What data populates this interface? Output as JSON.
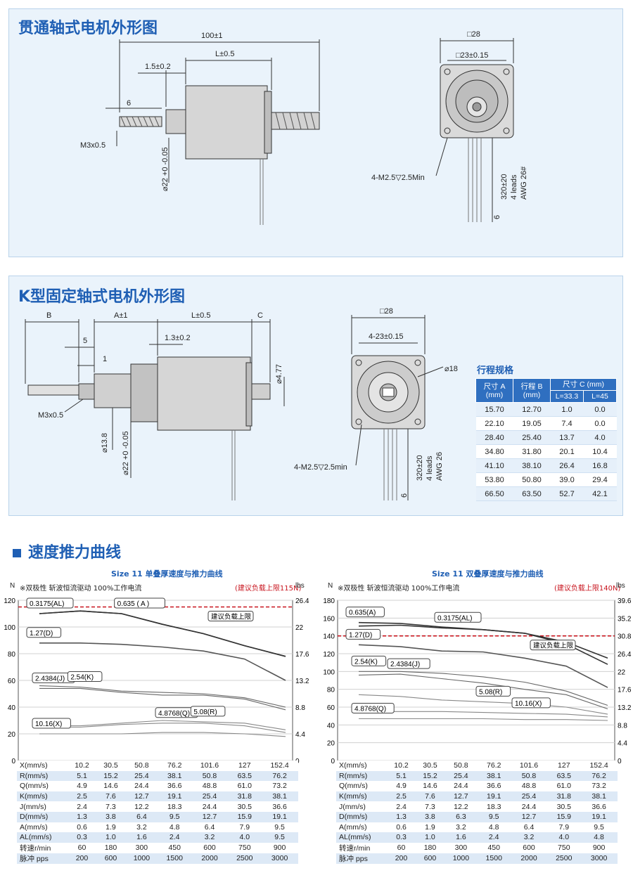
{
  "panel1": {
    "title": "贯通轴式电机外形图",
    "dims": {
      "overall": "100±1",
      "L": "L±0.5",
      "shoulder": "1.5±0.2",
      "thread_len": "6",
      "thread": "M3x0.5",
      "dia": "⌀22 +0 -0.05",
      "square": "□28",
      "hole_pitch": "□23±0.15",
      "mount_holes": "4-M2.5▽2.5Min",
      "lead_len": "320±20",
      "leads": "4 leads",
      "awg": "AWG 26#",
      "strip": "6"
    }
  },
  "panel2": {
    "title": "K型固定轴式电机外形图",
    "dims": {
      "B": "B",
      "A": "A±1",
      "L": "L±0.5",
      "C": "C",
      "five": "5",
      "one": "1",
      "shoulder": "1.3±0.2",
      "thread": "M3x0.5",
      "dia_shaft": "⌀4.77",
      "dia_boss": "⌀13.8",
      "dia": "⌀22 +0 -0.05",
      "square": "□28",
      "hole_pitch": "4-23±0.15",
      "dia18": "⌀18",
      "mount_holes": "4-M2.5▽2.5min",
      "lead_len": "320±20",
      "leads": "4 leads",
      "awg": "AWG 26",
      "strip": "6"
    }
  },
  "stroke_table": {
    "title": "行程规格",
    "headers": [
      "尺寸 A (mm)",
      "行程 B (mm)",
      "尺寸 C (mm)"
    ],
    "subheaders": [
      "L=33.3",
      "L=45"
    ],
    "rows": [
      [
        "15.70",
        "12.70",
        "1.0",
        "0.0"
      ],
      [
        "22.10",
        "19.05",
        "7.4",
        "0.0"
      ],
      [
        "28.40",
        "25.40",
        "13.7",
        "4.0"
      ],
      [
        "34.80",
        "31.80",
        "20.1",
        "10.4"
      ],
      [
        "41.10",
        "38.10",
        "26.4",
        "16.8"
      ],
      [
        "53.80",
        "50.80",
        "39.0",
        "29.4"
      ],
      [
        "66.50",
        "63.50",
        "52.7",
        "42.1"
      ]
    ]
  },
  "section_title": "速度推力曲线",
  "charts": [
    {
      "title": "Size 11 单叠厚速度与推力曲线",
      "note": "※双极性 斩波恒流驱动 100%工作电流",
      "limit_note": "(建议负载上限115N)",
      "limit_tag": "建议负载上限",
      "unit_left": "N",
      "unit_right": "lbs",
      "yticks": [
        "0",
        "20",
        "40",
        "60",
        "80",
        "100",
        "120"
      ],
      "y2ticks": [
        "0",
        "4.4",
        "8.8",
        "13.2",
        "17.6",
        "22",
        "26.4"
      ],
      "table_rows": [
        [
          "X(mm/s)",
          "10.2",
          "30.5",
          "50.8",
          "76.2",
          "101.6",
          "127",
          "152.4"
        ],
        [
          "R(mm/s)",
          "5.1",
          "15.2",
          "25.4",
          "38.1",
          "50.8",
          "63.5",
          "76.2"
        ],
        [
          "Q(mm/s)",
          "4.9",
          "14.6",
          "24.4",
          "36.6",
          "48.8",
          "61.0",
          "73.2"
        ],
        [
          "K(mm/s)",
          "2.5",
          "7.6",
          "12.7",
          "19.1",
          "25.4",
          "31.8",
          "38.1"
        ],
        [
          "J(mm/s)",
          "2.4",
          "7.3",
          "12.2",
          "18.3",
          "24.4",
          "30.5",
          "36.6"
        ],
        [
          "D(mm/s)",
          "1.3",
          "3.8",
          "6.4",
          "9.5",
          "12.7",
          "15.9",
          "19.1"
        ],
        [
          "A(mm/s)",
          "0.6",
          "1.9",
          "3.2",
          "4.8",
          "6.4",
          "7.9",
          "9.5"
        ],
        [
          "AL(mm/s)",
          "0.3",
          "1.0",
          "1.6",
          "2.4",
          "3.2",
          "4.0",
          "9.5"
        ],
        [
          "转速r/min",
          "60",
          "180",
          "300",
          "450",
          "600",
          "750",
          "900"
        ],
        [
          "脉冲 pps",
          "200",
          "600",
          "1000",
          "1500",
          "2000",
          "2500",
          "3000"
        ]
      ]
    },
    {
      "title": "Size 11 双叠厚速度与推力曲线",
      "note": "※双极性 斩波恒流驱动 100%工作电流",
      "limit_note": "(建议负载上限140N)",
      "limit_tag": "建议负载上限",
      "unit_left": "N",
      "unit_right": "lbs",
      "yticks": [
        "0",
        "20",
        "40",
        "60",
        "80",
        "100",
        "120",
        "140",
        "160",
        "180"
      ],
      "y2ticks": [
        "0",
        "4.4",
        "8.8",
        "13.2",
        "17.6",
        "22",
        "26.4",
        "30.8",
        "35.2",
        "39.6"
      ],
      "table_rows": [
        [
          "X(mm/s)",
          "10.2",
          "30.5",
          "50.8",
          "76.2",
          "101.6",
          "127",
          "152.4"
        ],
        [
          "R(mm/s)",
          "5.1",
          "15.2",
          "25.4",
          "38.1",
          "50.8",
          "63.5",
          "76.2"
        ],
        [
          "Q(mm/s)",
          "4.9",
          "14.6",
          "24.4",
          "36.6",
          "48.8",
          "61.0",
          "73.2"
        ],
        [
          "K(mm/s)",
          "2.5",
          "7.6",
          "12.7",
          "19.1",
          "25.4",
          "31.8",
          "38.1"
        ],
        [
          "J(mm/s)",
          "2.4",
          "7.3",
          "12.2",
          "18.3",
          "24.4",
          "30.5",
          "36.6"
        ],
        [
          "D(mm/s)",
          "1.3",
          "3.8",
          "6.3",
          "9.5",
          "12.7",
          "15.9",
          "19.1"
        ],
        [
          "A(mm/s)",
          "0.6",
          "1.9",
          "3.2",
          "4.8",
          "6.4",
          "7.9",
          "9.5"
        ],
        [
          "AL(mm/s)",
          "0.3",
          "1.0",
          "1.6",
          "2.4",
          "3.2",
          "4.0",
          "4.8"
        ],
        [
          "转速r/min",
          "60",
          "180",
          "300",
          "450",
          "600",
          "750",
          "900"
        ],
        [
          "脉冲 pps",
          "200",
          "600",
          "1000",
          "1500",
          "2000",
          "2500",
          "3000"
        ]
      ]
    }
  ],
  "chart_data": [
    {
      "type": "line",
      "title": "Size 11 单叠厚速度与推力曲线",
      "xlabel": "",
      "ylabel": "N",
      "y2label": "lbs",
      "ylim": [
        0,
        120
      ],
      "x_index": [
        0,
        1,
        2,
        3,
        4,
        5,
        6
      ],
      "limit_line": 115,
      "series": [
        {
          "name": "0.3175(AL)",
          "values": [
            110,
            112,
            110,
            102,
            95,
            86,
            78
          ]
        },
        {
          "name": "0.635 ( A )",
          "values": [
            110,
            112,
            110,
            102,
            95,
            86,
            78
          ]
        },
        {
          "name": "1.27(D)",
          "values": [
            88,
            88,
            87,
            85,
            82,
            76,
            60
          ]
        },
        {
          "name": "2.4384(J)",
          "values": [
            54,
            54,
            51,
            49,
            49,
            46,
            38
          ]
        },
        {
          "name": "2.54(K)",
          "values": [
            56,
            55,
            52,
            51,
            50,
            47,
            40
          ]
        },
        {
          "name": "4.8768(Q)",
          "values": [
            25,
            25,
            27,
            28,
            28,
            26,
            21
          ]
        },
        {
          "name": "5.08(R)",
          "values": [
            26,
            26,
            28,
            30,
            29,
            28,
            23
          ]
        },
        {
          "name": "10.16(X)",
          "values": [
            20,
            20,
            20,
            21,
            21,
            20,
            18
          ]
        }
      ],
      "labels": [
        "0.3175(AL)",
        "0.635 ( A )",
        "1.27(D)",
        "2.4384(J)",
        "2.54(K)",
        "4.8768(Q)",
        "5.08(R)",
        "10.16(X)"
      ]
    },
    {
      "type": "line",
      "title": "Size 11 双叠厚速度与推力曲线",
      "xlabel": "",
      "ylabel": "N",
      "y2label": "lbs",
      "ylim": [
        0,
        180
      ],
      "x_index": [
        0,
        1,
        2,
        3,
        4,
        5,
        6
      ],
      "limit_line": 140,
      "series": [
        {
          "name": "0.635(A)",
          "values": [
            155,
            154,
            150,
            147,
            143,
            133,
            115
          ]
        },
        {
          "name": "0.3175(AL)",
          "values": [
            151,
            152,
            149,
            147,
            143,
            131,
            108
          ]
        },
        {
          "name": "1.27(D)",
          "values": [
            130,
            128,
            123,
            122,
            115,
            106,
            82
          ]
        },
        {
          "name": "2.54(K)",
          "values": [
            100,
            100,
            98,
            94,
            88,
            78,
            62
          ]
        },
        {
          "name": "2.4384(J)",
          "values": [
            96,
            97,
            92,
            87,
            80,
            74,
            58
          ]
        },
        {
          "name": "5.08(R)",
          "values": [
            74,
            72,
            68,
            66,
            64,
            60,
            52
          ]
        },
        {
          "name": "10.16(X)",
          "values": [
            55,
            55,
            55,
            54,
            53,
            52,
            49
          ]
        },
        {
          "name": "4.8768(Q)",
          "values": [
            47,
            47,
            47,
            47,
            46,
            46,
            45
          ]
        }
      ],
      "labels": [
        "0.635(A)",
        "0.3175(AL)",
        "1.27(D)",
        "2.54(K)",
        "2.4384(J)",
        "5.08(R)",
        "10.16(X)",
        "4.8768(Q)"
      ]
    }
  ]
}
